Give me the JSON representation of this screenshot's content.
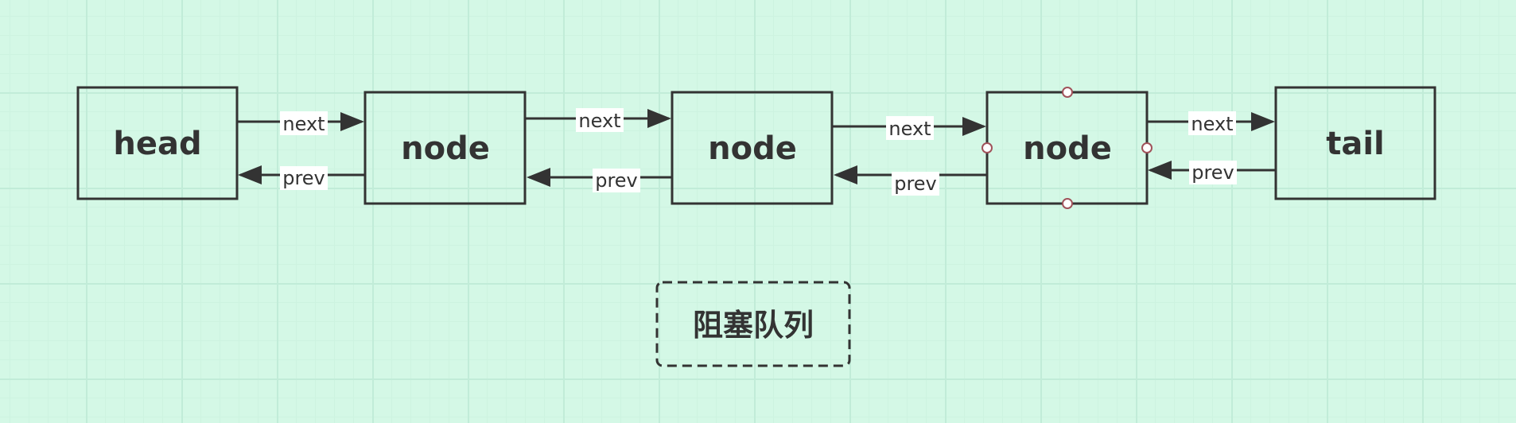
{
  "diagram": {
    "nodes": [
      {
        "id": "head",
        "label": "head"
      },
      {
        "id": "node1",
        "label": "node"
      },
      {
        "id": "node2",
        "label": "node"
      },
      {
        "id": "node3",
        "label": "node"
      },
      {
        "id": "tail",
        "label": "tail"
      }
    ],
    "edges": [
      {
        "from": "head",
        "to": "node1",
        "label": "next"
      },
      {
        "from": "node1",
        "to": "head",
        "label": "prev"
      },
      {
        "from": "node1",
        "to": "node2",
        "label": "next"
      },
      {
        "from": "node2",
        "to": "node1",
        "label": "prev"
      },
      {
        "from": "node2",
        "to": "node3",
        "label": "next"
      },
      {
        "from": "node3",
        "to": "node2",
        "label": "prev"
      },
      {
        "from": "node3",
        "to": "tail",
        "label": "next"
      },
      {
        "from": "tail",
        "to": "node3",
        "label": "prev"
      }
    ],
    "caption": "阻塞队列"
  },
  "colors": {
    "background": "#d4f8e6",
    "stroke": "#333333",
    "label_bg": "#ffffff",
    "handle_stroke": "#a0525a"
  }
}
